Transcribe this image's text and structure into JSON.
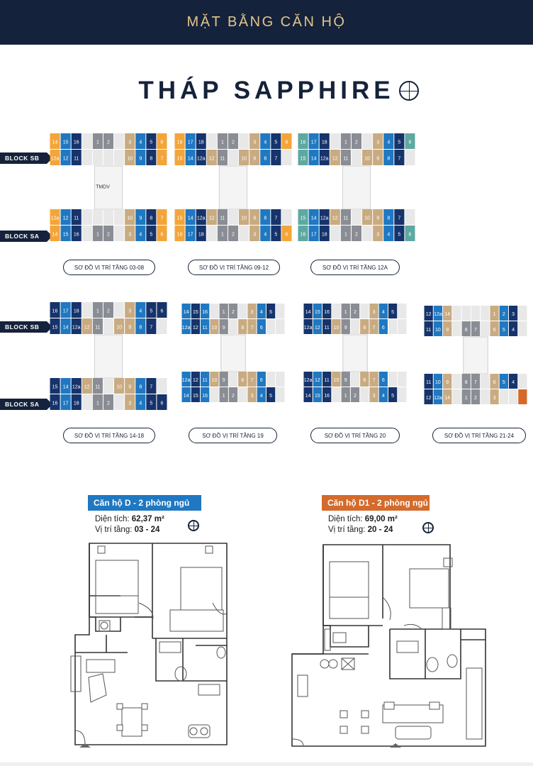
{
  "header": {
    "title": "MẶT BẰNG CĂN HỘ"
  },
  "page_title": "THÁP SAPPHIRE",
  "colors": {
    "navy": "#15223b",
    "gold": "#e1c68c",
    "orange_unit": "#f3a53a",
    "blue_unit": "#1f78c1",
    "navy_unit": "#16336b",
    "tan_unit": "#c9ab82",
    "gray_core": "#8a8d94",
    "teal_unit": "#5fa8a2",
    "rust_unit": "#d4692a"
  },
  "block_labels": {
    "sb": "BLOCK SB",
    "sa": "BLOCK SA"
  },
  "captions": {
    "c1": "SƠ ĐỒ VỊ TRÍ TẦNG 03-08",
    "c2": "SƠ ĐỒ VỊ TRÍ TẦNG 09-12",
    "c3": "SƠ ĐỒ VỊ TRÍ TẦNG 12A",
    "c4": "SƠ ĐỒ VỊ TRÍ TẦNG 14-18",
    "c5": "SƠ ĐỒ VỊ TRÍ TẦNG 19",
    "c6": "SƠ ĐỒ VỊ TRÍ TẦNG 20",
    "c7": "SƠ ĐỒ VỊ TRÍ TẦNG 21-24"
  },
  "center_label": "TMDV",
  "plans": [
    {
      "top_upper": [
        "14",
        "15",
        "16",
        "",
        "1",
        "2",
        "",
        "3",
        "4",
        "5",
        "6"
      ],
      "top_lower": [
        "12a",
        "12",
        "11",
        "",
        "",
        "",
        "",
        "10",
        "9",
        "8",
        "7"
      ],
      "bot_upper": [
        "12a",
        "12",
        "11",
        "",
        "",
        "",
        "",
        "10",
        "9",
        "8",
        "7"
      ],
      "bot_lower": [
        "14",
        "15",
        "16",
        "",
        "1",
        "2",
        "",
        "3",
        "4",
        "5",
        "6"
      ],
      "colors": [
        "orange",
        "blue",
        "navy",
        "tan",
        "gray",
        "gray",
        "tan",
        "tan",
        "blue",
        "navy",
        "orange"
      ]
    },
    {
      "top_upper": [
        "16",
        "17",
        "18",
        "",
        "1",
        "2",
        "",
        "3",
        "4",
        "5",
        "6"
      ],
      "top_lower": [
        "15",
        "14",
        "12a",
        "12",
        "11",
        "",
        "10",
        "9",
        "8",
        "7",
        ""
      ],
      "bot_upper": [
        "15",
        "14",
        "12a",
        "12",
        "11",
        "",
        "10",
        "9",
        "8",
        "7",
        ""
      ],
      "bot_lower": [
        "16",
        "17",
        "18",
        "",
        "1",
        "2",
        "",
        "3",
        "4",
        "5",
        "6"
      ],
      "colors": [
        "orange",
        "blue",
        "navy",
        "tan",
        "gray",
        "gray",
        "tan",
        "tan",
        "blue",
        "navy",
        "orange"
      ]
    },
    {
      "top_upper": [
        "16",
        "17",
        "18",
        "",
        "1",
        "2",
        "",
        "3",
        "4",
        "5",
        "6"
      ],
      "top_lower": [
        "15",
        "14",
        "12a",
        "12",
        "11",
        "",
        "10",
        "9",
        "8",
        "7",
        ""
      ],
      "bot_upper": [
        "15",
        "14",
        "12a",
        "12",
        "11",
        "",
        "10",
        "9",
        "8",
        "7",
        ""
      ],
      "bot_lower": [
        "16",
        "17",
        "18",
        "",
        "1",
        "2",
        "",
        "3",
        "4",
        "5",
        "6"
      ],
      "colors": [
        "teal",
        "blue",
        "navy",
        "tan",
        "gray",
        "gray",
        "tan",
        "tan",
        "blue",
        "navy",
        "teal"
      ]
    },
    {
      "top_upper": [
        "16",
        "17",
        "18",
        "",
        "1",
        "2",
        "",
        "3",
        "4",
        "5",
        "6"
      ],
      "top_lower": [
        "15",
        "14",
        "12a",
        "12",
        "11",
        "",
        "10",
        "9",
        "8",
        "7",
        ""
      ],
      "bot_upper": [
        "15",
        "14",
        "12a",
        "12",
        "11",
        "",
        "10",
        "9",
        "8",
        "7",
        ""
      ],
      "bot_lower": [
        "16",
        "17",
        "18",
        "",
        "1",
        "2",
        "",
        "3",
        "4",
        "5",
        "6"
      ],
      "colors": [
        "navy",
        "blue",
        "navy",
        "tan",
        "gray",
        "gray",
        "tan",
        "tan",
        "blue",
        "navy",
        "navy"
      ]
    },
    {
      "top_upper": [
        "14",
        "15",
        "16",
        "",
        "1",
        "2",
        "",
        "3",
        "4",
        "5",
        ""
      ],
      "top_lower": [
        "12a",
        "12",
        "11",
        "10",
        "9",
        "",
        "8",
        "7",
        "6",
        "",
        ""
      ],
      "bot_upper": [
        "12a",
        "12",
        "11",
        "10",
        "9",
        "",
        "8",
        "7",
        "6",
        "",
        ""
      ],
      "bot_lower": [
        "14",
        "15",
        "16",
        "",
        "1",
        "2",
        "",
        "3",
        "4",
        "5",
        ""
      ],
      "colors": [
        "blue",
        "navy",
        "blue",
        "tan",
        "gray",
        "gray",
        "tan",
        "tan",
        "blue",
        "navy",
        "blue"
      ]
    },
    {
      "top_upper": [
        "14",
        "15",
        "16",
        "",
        "1",
        "2",
        "",
        "3",
        "4",
        "5",
        ""
      ],
      "top_lower": [
        "12a",
        "12",
        "11",
        "10",
        "9",
        "",
        "8",
        "7",
        "6",
        "",
        ""
      ],
      "bot_upper": [
        "12a",
        "12",
        "11",
        "10",
        "9",
        "",
        "8",
        "7",
        "6",
        "",
        ""
      ],
      "bot_lower": [
        "14",
        "15",
        "16",
        "",
        "1",
        "2",
        "",
        "3",
        "4",
        "5",
        ""
      ],
      "colors": [
        "navy",
        "blue",
        "navy",
        "tan",
        "gray",
        "gray",
        "tan",
        "tan",
        "blue",
        "navy",
        "rust"
      ]
    },
    {
      "top_upper": [
        "12",
        "12a",
        "14",
        "",
        "",
        "",
        "",
        "1",
        "2",
        "3",
        ""
      ],
      "top_lower": [
        "11",
        "10",
        "9",
        "",
        "8",
        "7",
        "",
        "6",
        "5",
        "4",
        ""
      ],
      "bot_upper": [
        "11",
        "10",
        "9",
        "",
        "8",
        "7",
        "",
        "6",
        "5",
        "4",
        ""
      ],
      "bot_lower": [
        "12",
        "12a",
        "14",
        "",
        "1",
        "2",
        "",
        "3",
        "",
        "",
        " "
      ],
      "colors": [
        "navy",
        "blue",
        "tan",
        "gray",
        "gray",
        "gray",
        "tan",
        "tan",
        "blue",
        "navy",
        "rust"
      ]
    }
  ],
  "apartments": [
    {
      "label": "Căn hộ D - 2 phòng ngủ",
      "area_label": "Diện tích:",
      "area_value": "62,37 m²",
      "floor_label": "Vị trí tầng:",
      "floor_value": "03 - 24"
    },
    {
      "label": "Căn hộ D1 - 2 phòng ngủ",
      "area_label": "Diện tích:",
      "area_value": "69,00 m²",
      "floor_label": "Vị trí tầng:",
      "floor_value": "20 - 24"
    }
  ]
}
